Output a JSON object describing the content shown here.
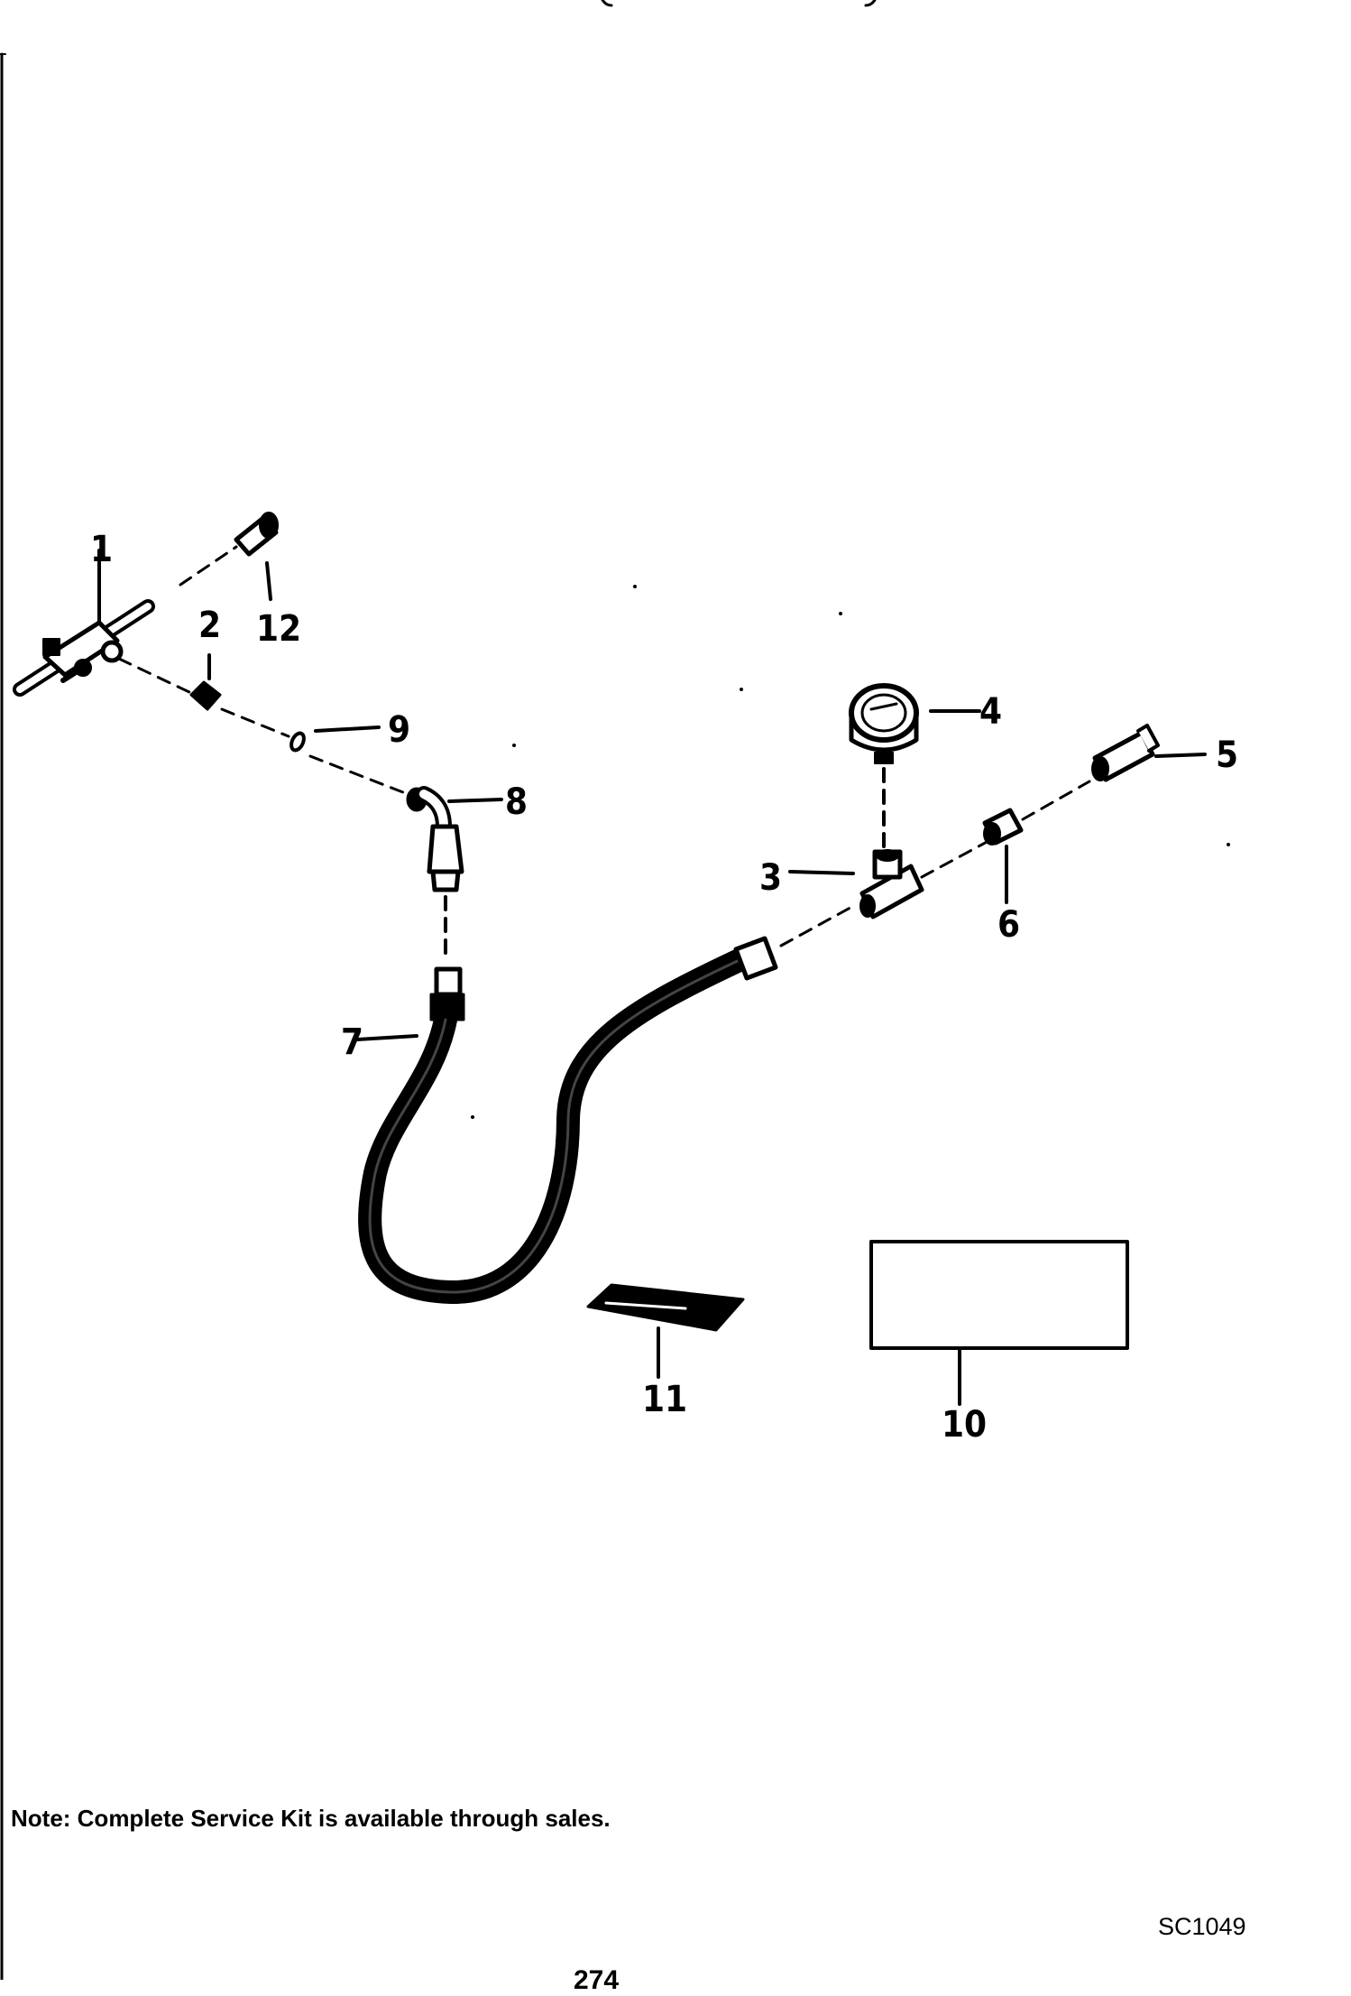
{
  "callouts": {
    "c1": "1",
    "c2": "2",
    "c3": "3",
    "c4": "4",
    "c5": "5",
    "c6": "6",
    "c7": "7",
    "c8": "8",
    "c9": "9",
    "c10": "10",
    "c11": "11",
    "c12": "12"
  },
  "note": "Note: Complete Service Kit is available through sales.",
  "drawing_code": "SC1049",
  "page_number_partial": "274"
}
